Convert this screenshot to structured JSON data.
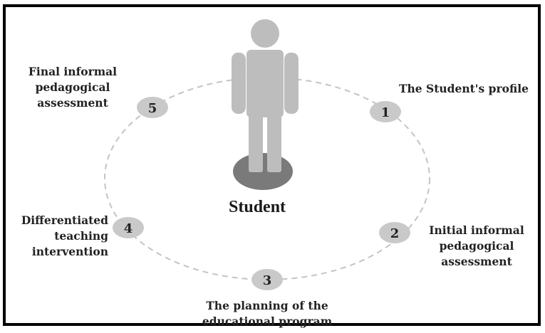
{
  "center_label": "Student",
  "steps": [
    {
      "number": "1",
      "lines": [
        "The Student's profile"
      ]
    },
    {
      "number": "2",
      "lines": [
        "Initial informal",
        "pedagogical",
        "assessment"
      ]
    },
    {
      "number": "3",
      "lines": [
        "The planning of the",
        "educational program"
      ]
    },
    {
      "number": "4",
      "lines": [
        "Differentiated",
        "teaching",
        "intervention"
      ]
    },
    {
      "number": "5",
      "lines": [
        "Final informal",
        "pedagogical",
        "assessment"
      ]
    }
  ],
  "colors": {
    "cycle_dash": "#c4c4c4",
    "node_fill": "#c9c9c9",
    "figure_fill": "#bdbdbd",
    "pedestal_fill": "#7a7a7a"
  }
}
